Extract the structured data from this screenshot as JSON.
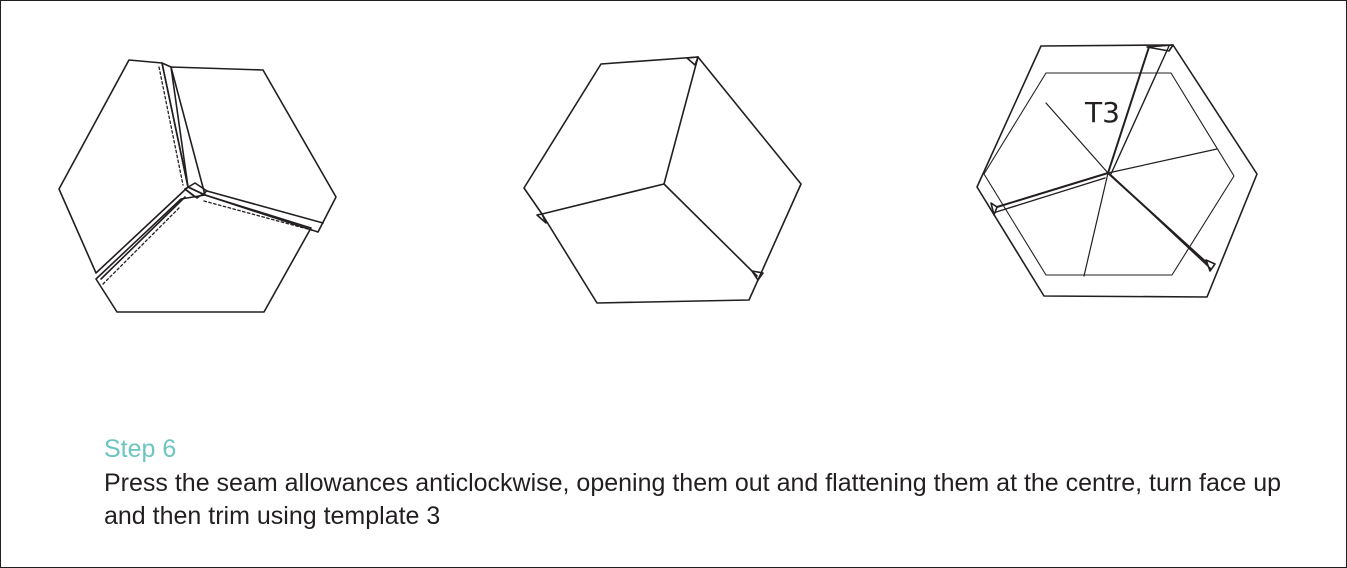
{
  "step": {
    "title": "Step 6",
    "text": "Press the seam allowances anticlockwise, opening them out and flattening them at the centre, turn face up and then trim using template 3"
  },
  "diagrams": {
    "template_label": "T3"
  },
  "colors": {
    "accent": "#6cc5c1",
    "ink": "#231f20",
    "background": "#ffffff"
  }
}
